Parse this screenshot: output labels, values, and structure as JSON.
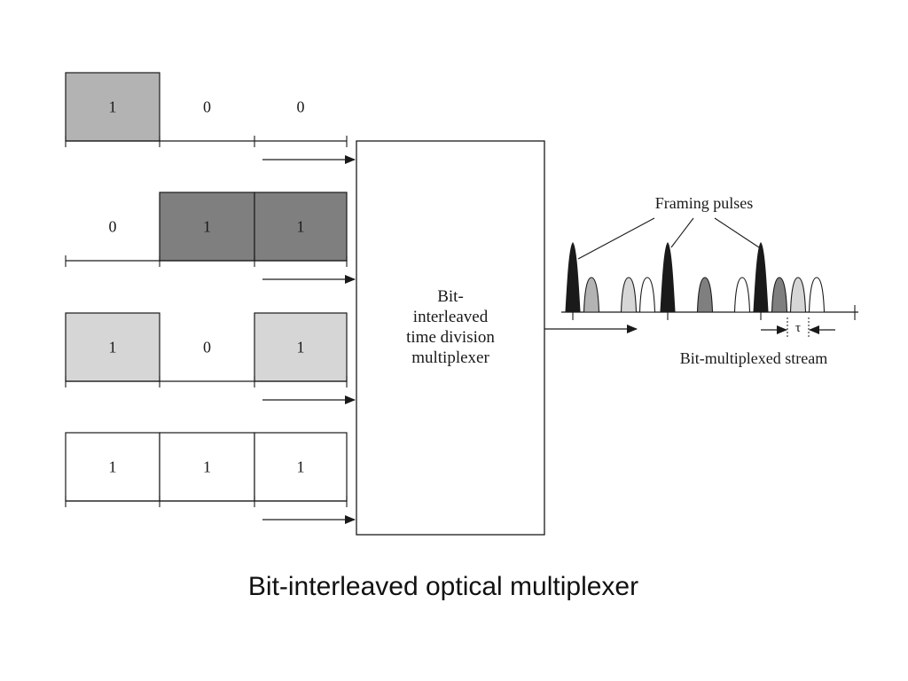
{
  "channels": [
    {
      "bits": [
        "1",
        "0",
        "0"
      ],
      "color": "#b3b3b3"
    },
    {
      "bits": [
        "0",
        "1",
        "1"
      ],
      "color": "#7f7f7f"
    },
    {
      "bits": [
        "1",
        "0",
        "1"
      ],
      "color": "#d6d6d6"
    },
    {
      "bits": [
        "1",
        "1",
        "1"
      ],
      "color": "#ffffff",
      "outlined": true
    }
  ],
  "multiplexer": {
    "label_lines": [
      "Bit-",
      "interleaved",
      "time division",
      "multiplexer"
    ]
  },
  "stream": {
    "framing_label": "Framing pulses",
    "stream_label": "Bit-multiplexed stream",
    "slot_symbol": "τ",
    "frames": [
      [
        "#1a1a1a",
        "#b3b3b3",
        null,
        "#d6d6d6",
        "#ffffff"
      ],
      [
        "#1a1a1a",
        null,
        "#7f7f7f",
        null,
        "#ffffff"
      ],
      [
        "#1a1a1a",
        "#7f7f7f",
        "#d6d6d6",
        "#ffffff"
      ]
    ]
  },
  "caption": "Bit-interleaved optical multiplexer"
}
